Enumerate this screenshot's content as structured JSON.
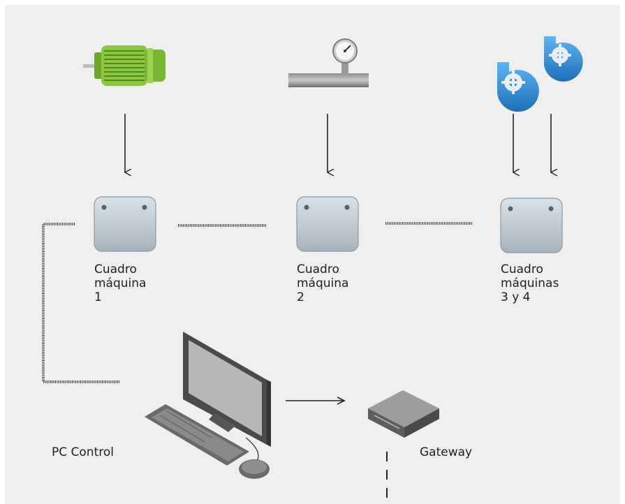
{
  "diagram": {
    "boxes": [
      {
        "id": "cuadro-1",
        "lines": [
          "Cuadro",
          "máquina",
          "1"
        ]
      },
      {
        "id": "cuadro-2",
        "lines": [
          "Cuadro",
          "máquina",
          "2"
        ]
      },
      {
        "id": "cuadro-3-4",
        "lines": [
          "Cuadro",
          "máquinas",
          "3 y 4"
        ]
      }
    ],
    "devices": {
      "pc": {
        "label": "PC Control"
      },
      "gateway": {
        "label": "Gateway"
      }
    },
    "icons": [
      "electric-motor-icon",
      "pressure-gauge-icon",
      "pump-icon",
      "pump-icon",
      "control-box-icon",
      "computer-icon",
      "gateway-icon"
    ],
    "colors": {
      "background": "#efefef",
      "motor": "#8cc63f",
      "pump": "#2f8fd8",
      "box": "#b9c3cb"
    }
  }
}
